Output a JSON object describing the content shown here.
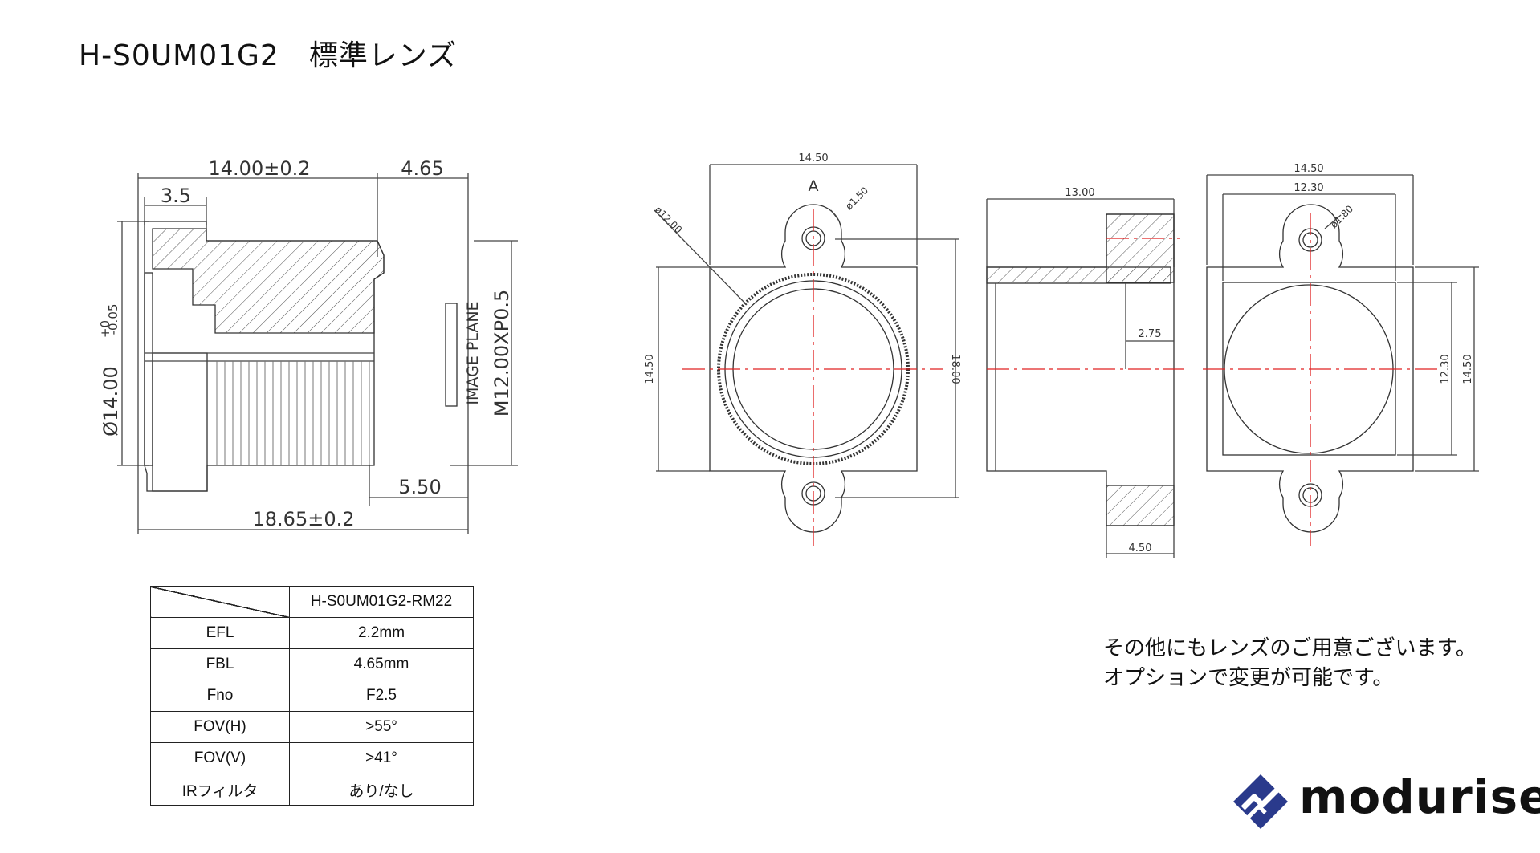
{
  "title": "H-S0UM01G2　標準レンズ",
  "side_view": {
    "dim_total_width": "14.00±0.2",
    "dim_fbl": "4.65",
    "dim_3_5": "3.5",
    "dim_diameter": "Ø14.00",
    "dim_tol_upper": "+0",
    "dim_tol_lower": "-0.05",
    "label_image_plane": "IMAGE PLANE",
    "label_thread": "M12.00XP0.5",
    "dim_5_50": "5.50",
    "dim_total_length": "18.65±0.2"
  },
  "front_view": {
    "dim_width": "14.50",
    "label_a": "A",
    "dim_hole": "ø1.50",
    "dim_bore": "ø12.00",
    "dim_height_left": "14.50",
    "dim_height_right": "18.00"
  },
  "section_view": {
    "dim_length": "13.00",
    "dim_2_75": "2.75",
    "dim_4_50": "4.50"
  },
  "rear_view": {
    "dim_outer": "14.50",
    "dim_inner": "12.30",
    "dim_hole": "ø1.80",
    "dim_inner_height": "12.30",
    "dim_outer_height": "14.50"
  },
  "spec_table": {
    "model": "H-S0UM01G2-RM22",
    "rows": [
      {
        "label": "EFL",
        "value": "2.2mm"
      },
      {
        "label": "FBL",
        "value": "4.65mm"
      },
      {
        "label": "Fno",
        "value": "F2.5"
      },
      {
        "label": "FOV(H)",
        "value": ">55°"
      },
      {
        "label": "FOV(V)",
        "value": ">41°"
      },
      {
        "label": "IRフィルタ",
        "value": "あり/なし"
      }
    ]
  },
  "note": {
    "line1": "その他にもレンズのご用意ございます。",
    "line2": "オプションで変更が可能です。"
  },
  "logo": {
    "text": "modurise",
    "accent": "#2a3a8c"
  }
}
